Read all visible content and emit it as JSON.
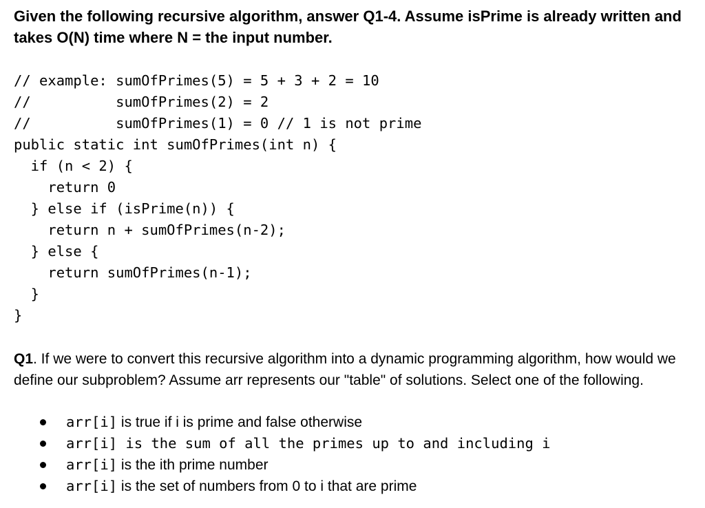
{
  "intro": "Given the following recursive algorithm, answer Q1-4. Assume isPrime is already written and takes O(N) time where N = the input number.",
  "code_lines": [
    "// example: sumOfPrimes(5) = 5 + 3 + 2 = 10",
    "//          sumOfPrimes(2) = 2",
    "//          sumOfPrimes(1) = 0 // 1 is not prime",
    "public static int sumOfPrimes(int n) {",
    "  if (n < 2) {",
    "    return 0",
    "  } else if (isPrime(n)) {",
    "    return n + sumOfPrimes(n-2);",
    "  } else {",
    "    return sumOfPrimes(n-1);",
    "  }",
    "}"
  ],
  "question": {
    "number": "Q1",
    "text": ". If we were to convert this recursive algorithm into a dynamic programming algorithm, how would we define our subproblem? Assume arr represents our \"table\" of solutions. Select one of the following."
  },
  "options": [
    {
      "code": "arr[i]",
      "text": " is true if i is prime and false otherwise"
    },
    {
      "code": "arr[i] is the sum of all the primes up to and including i",
      "text": ""
    },
    {
      "code": "arr[i]",
      "text": " is the ith prime number"
    },
    {
      "code": "arr[i]",
      "text": " is the set of numbers from 0 to i that are prime"
    }
  ]
}
